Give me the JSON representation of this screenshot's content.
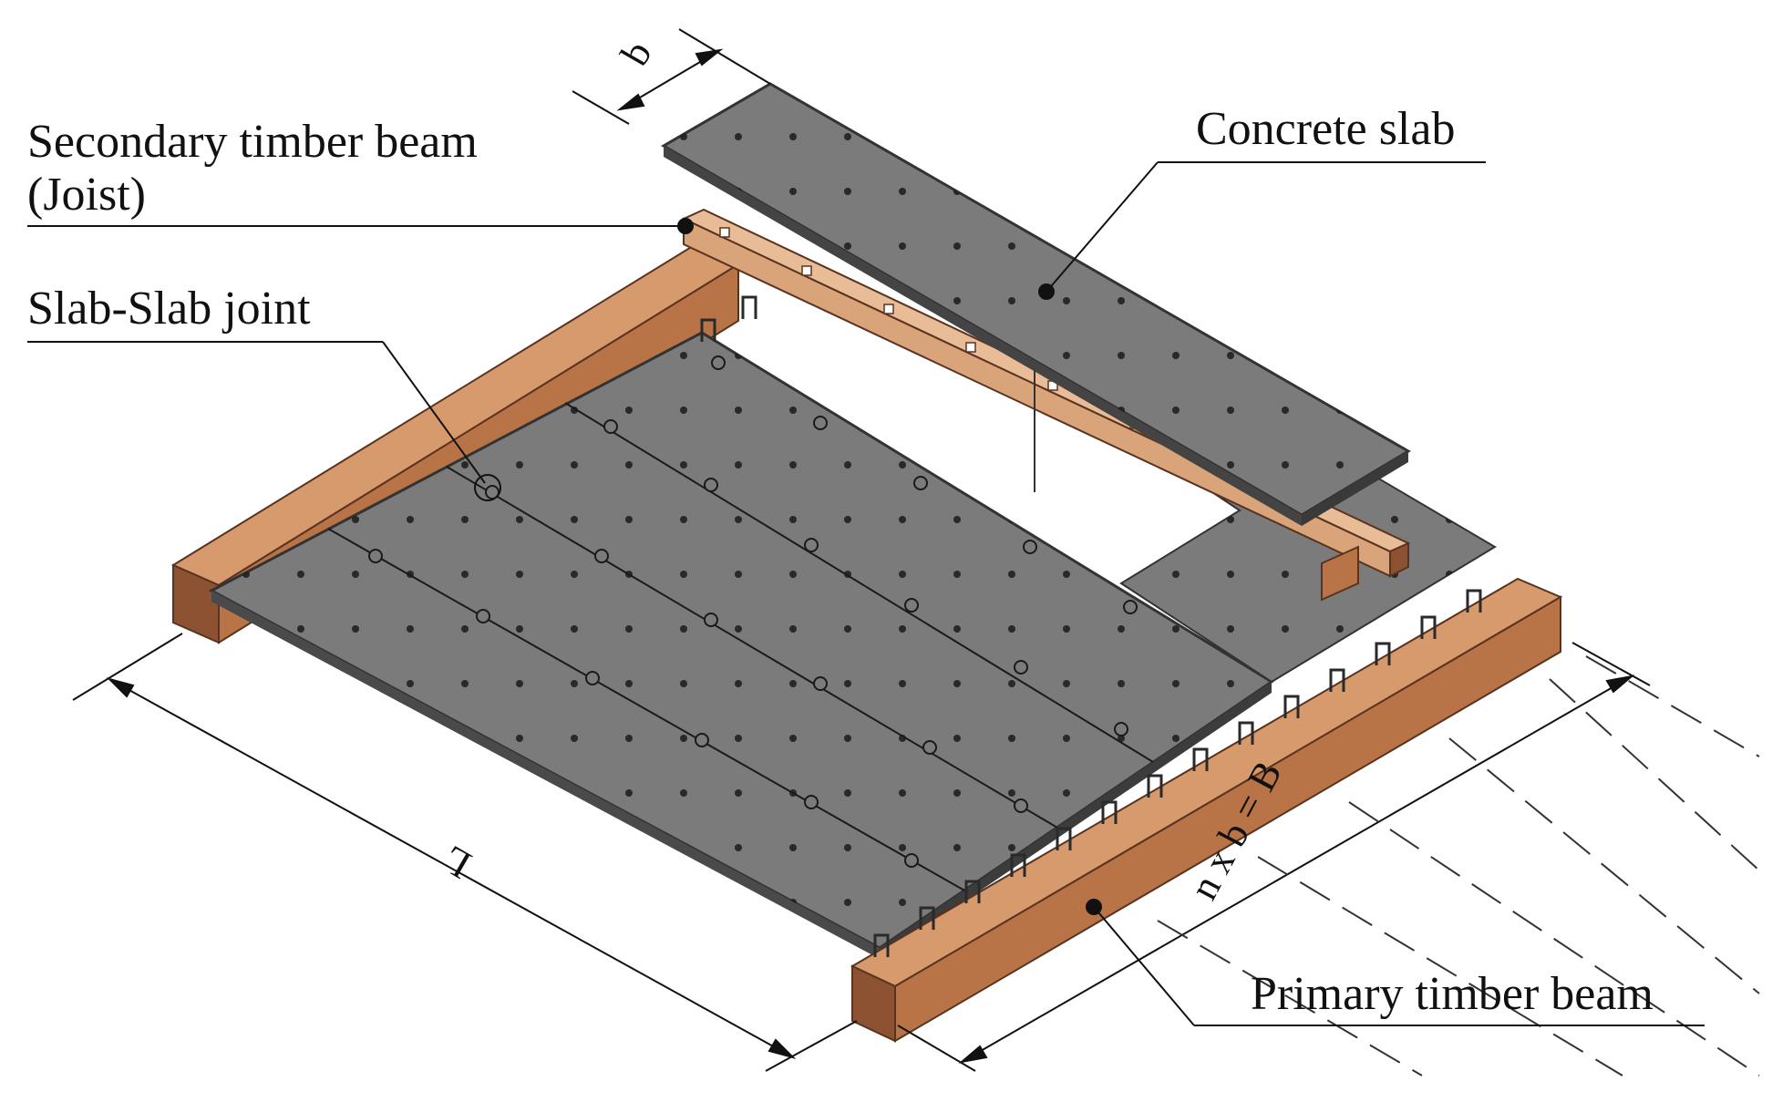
{
  "labels": {
    "secondary_line1": "Secondary timber beam",
    "secondary_line2": "(Joist)",
    "slab_joint": "Slab-Slab joint",
    "concrete_slab": "Concrete slab",
    "primary_beam": "Primary timber beam"
  },
  "dimensions": {
    "slab_width": "b",
    "length": "L",
    "total_width": "n x b = B"
  },
  "colors": {
    "timber": "#c98a5e",
    "timber_dark": "#8c5232",
    "timber_light": "#e0ad85",
    "concrete": "#737373",
    "concrete_edge": "#3c3c3c",
    "line": "#111111"
  }
}
